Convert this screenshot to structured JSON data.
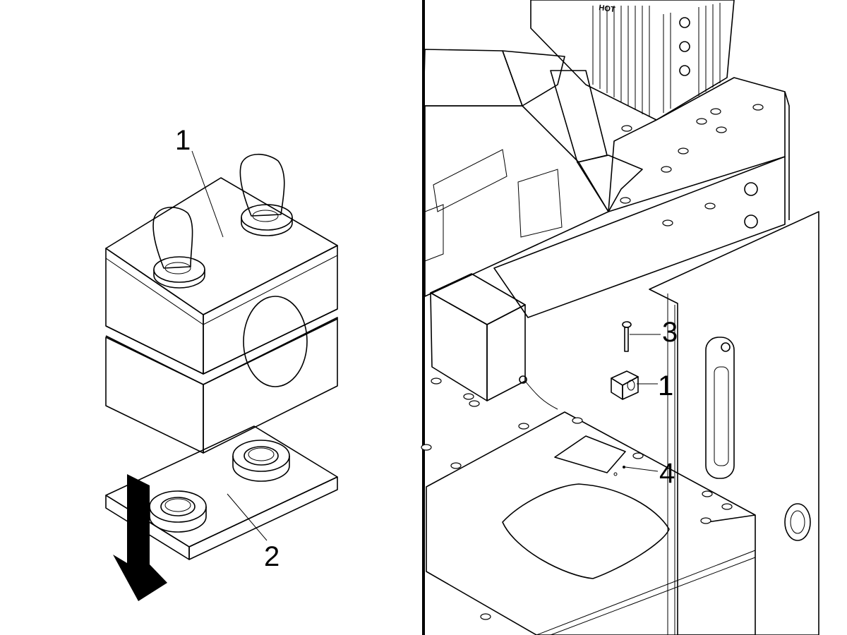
{
  "left_panel": {
    "callouts": {
      "clamp_block": "1",
      "base_plate": "2"
    }
  },
  "right_panel": {
    "callouts": {
      "pin": "3",
      "clamp_block": "1",
      "mount_position": "4"
    },
    "power_unit_label": "HOT"
  },
  "colors": {
    "clamp_body": "#7c7c7c",
    "clamp_top": "#8e8e8e",
    "clamp_side": "#6e6e6e",
    "base_plate": "#bdbdbd",
    "base_plate_side": "#a9a9a9",
    "outline": "#000000",
    "divider": "#000000"
  }
}
